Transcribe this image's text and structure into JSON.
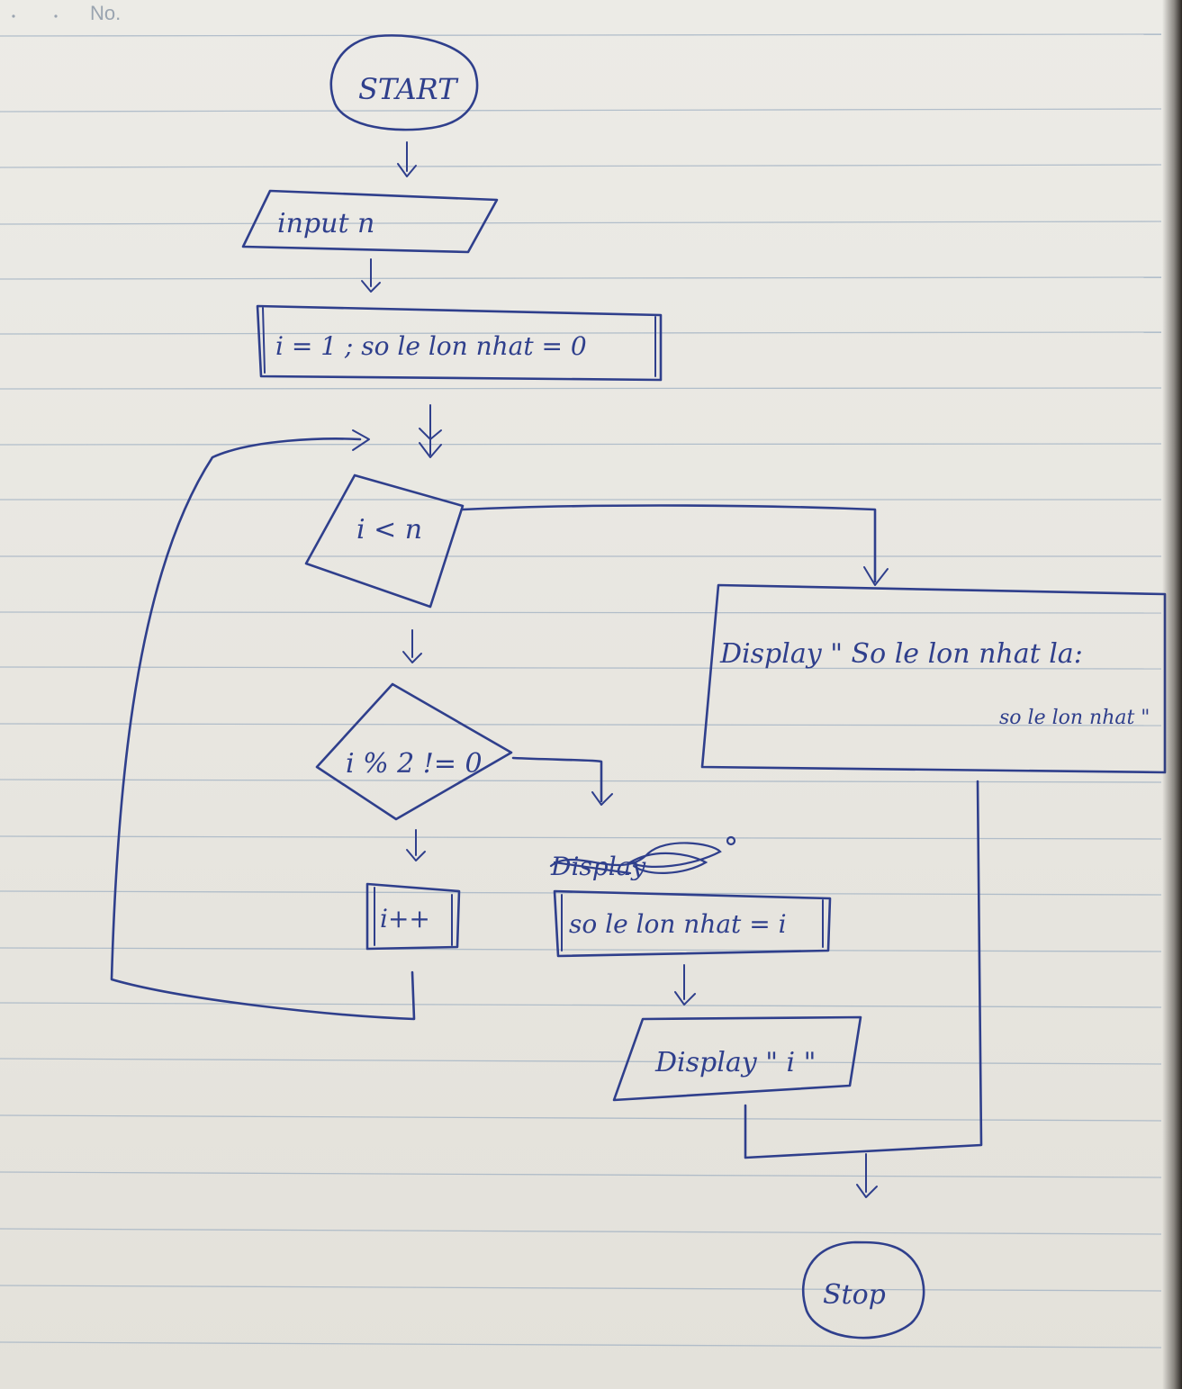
{
  "notebook": {
    "number_label": "No."
  },
  "flowchart": {
    "start_label": "START",
    "input_label": "input n",
    "init_label": "i = 1 ; so le lon nhat = 0",
    "loop_condition_label": "i < n",
    "odd_condition_label": "i % 2 != 0",
    "increment_label": "i++",
    "struck_text": "Display",
    "assign_label": "so le lon nhat = i",
    "display_i_label": "Display \" i \"",
    "display_result_line1": "Display \" So le lon nhat la:",
    "display_result_line2": "so le lon nhat \"",
    "stop_label": "Stop"
  },
  "colors": {
    "ink": "#2f3f8c",
    "paper": "#ecebe6",
    "rule_line": "#9fb0c2"
  }
}
